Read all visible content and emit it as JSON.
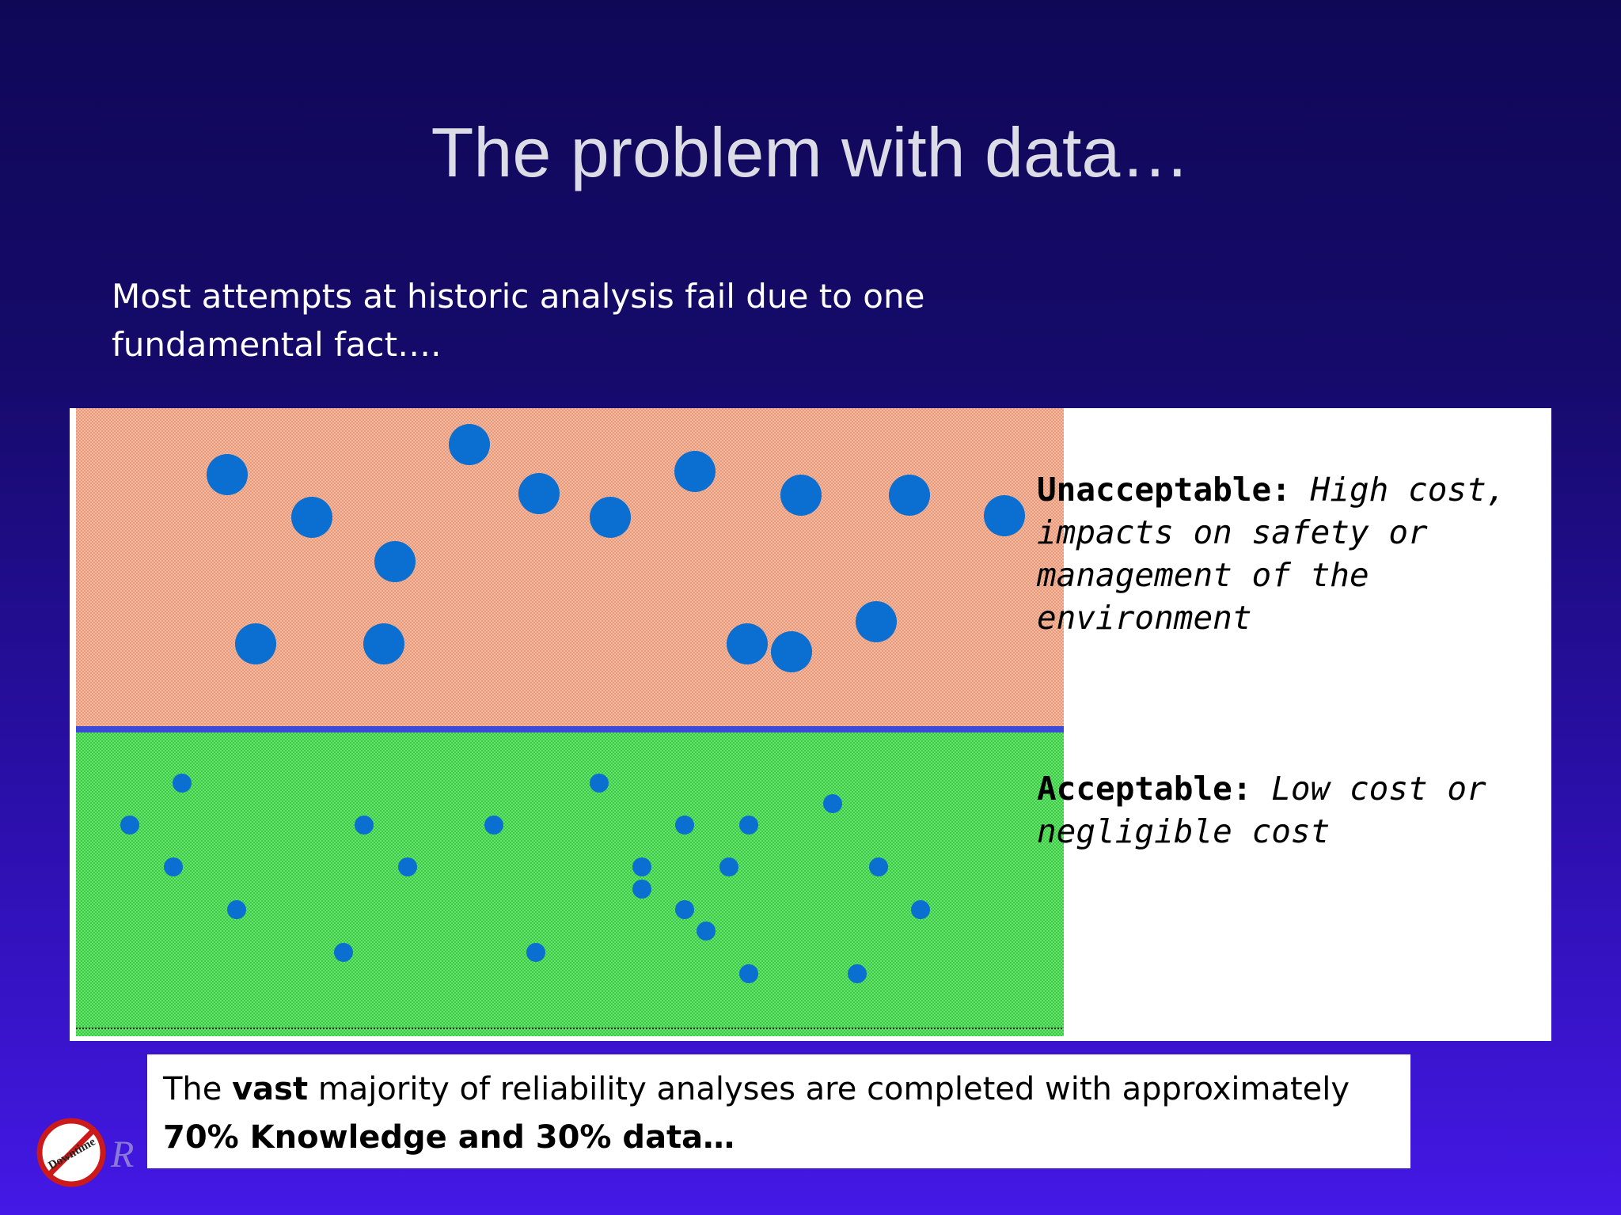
{
  "slide": {
    "title": "The problem with data…",
    "intro_line1": "Most attempts at historic analysis fail due to one",
    "intro_line2": "fundamental fact…."
  },
  "diagram": {
    "unacceptable": {
      "heading": "Unacceptable:",
      "description": "High cost, impacts on safety or management of the environment",
      "color": "#f2b8a0"
    },
    "acceptable": {
      "heading": "Acceptable:",
      "description": "Low cost or negligible cost",
      "color": "#66e56a"
    },
    "dot_color": "#0a6fd0",
    "divider_color": "#3b4bd8"
  },
  "note": {
    "part1": "The ",
    "emphasis": "vast",
    "part2": " majority of reliability analyses are completed with approximately",
    "line2": "70% Knowledge and 30% data…"
  },
  "footer": {
    "logo_text": "Downtime",
    "partial_text": "R"
  },
  "colors": {
    "background_top": "#0f0857",
    "background_bottom": "#4418e6",
    "title": "#dcdce6"
  }
}
